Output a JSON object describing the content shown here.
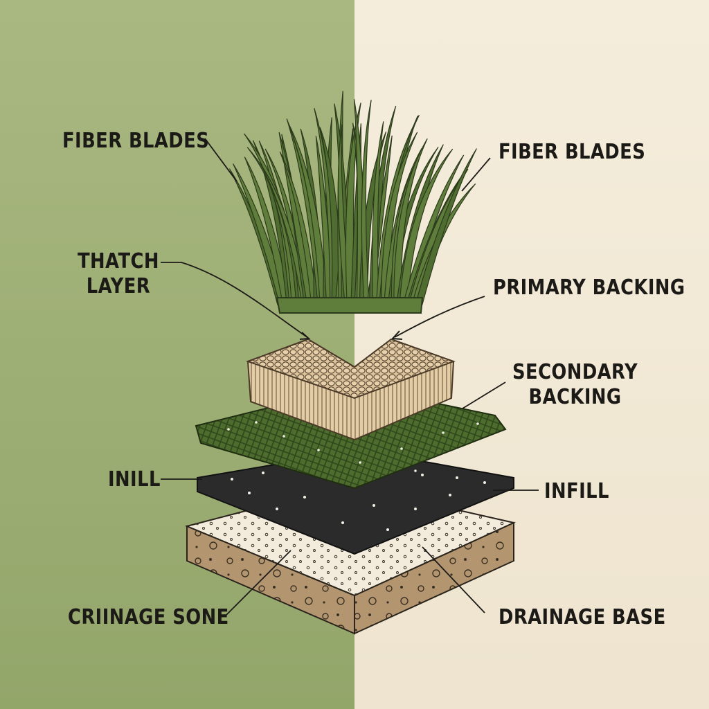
{
  "background": {
    "left_color": "#9dae74",
    "right_color": "#f1e8d6"
  },
  "layers": {
    "fiber_blades": {
      "color": "#5f7d3b",
      "outline": "#2c3a1c"
    },
    "thatch": {
      "color": "#dcc39b",
      "outline": "#4a3a27"
    },
    "primary_backing": {
      "color": "#4d6c2e"
    },
    "infill": {
      "color": "#2b2b2b"
    },
    "drainage_base": {
      "top_color": "#f3ecdc",
      "side_color": "#b39670"
    }
  },
  "labels": {
    "fiber_blades_left": "FIBER BLADES",
    "fiber_blades_right": "FIBER BLADES",
    "thatch_layer": [
      "THATCH",
      "LAYER"
    ],
    "primary_backing": "PRIMARY BACKING",
    "secondary_backing": [
      "SECONDARY",
      "BACKING"
    ],
    "inill": "INILL",
    "infill": "INFILL",
    "criinage_sone": "CRIINAGE SONE",
    "drainage_base": "DRAINAGE BASE"
  }
}
